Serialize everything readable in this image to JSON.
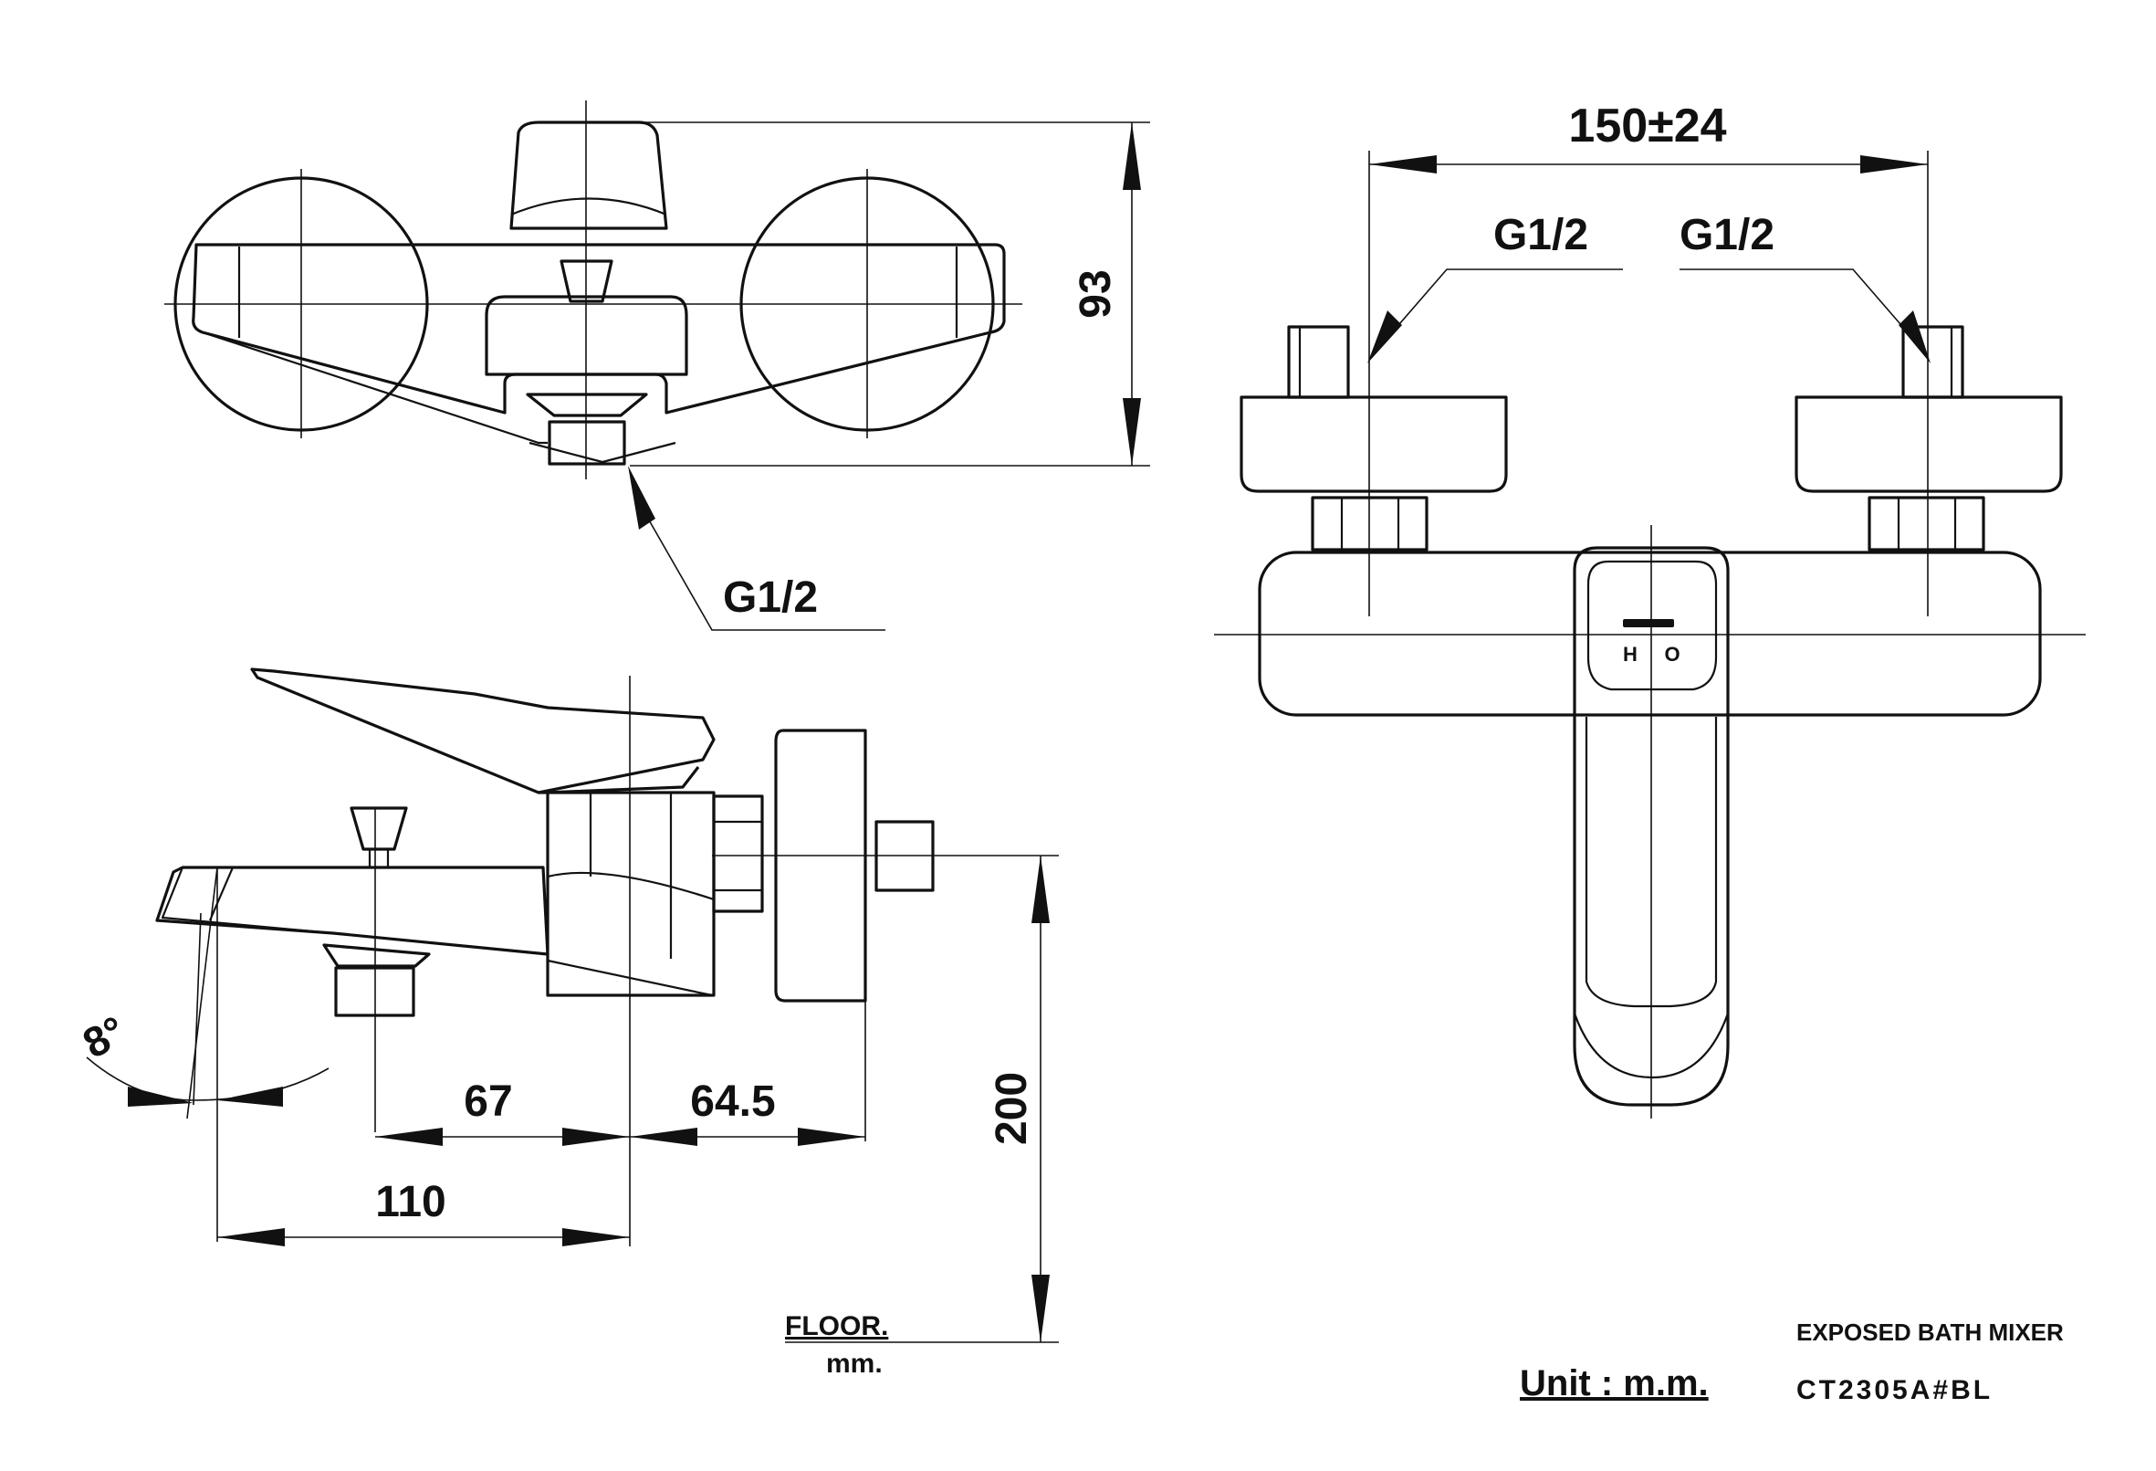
{
  "dimensions": {
    "top_height": "93",
    "connection_spacing": "150±24",
    "outlet_height": "200",
    "spout_reach": "110",
    "spout_to_axis": "67",
    "axis_to_wall": "64.5",
    "spout_angle": "8°"
  },
  "threads": {
    "outlet": "G1/2",
    "inlet_left": "G1/2",
    "inlet_right": "G1/2"
  },
  "handle_marks": {
    "hot": "H",
    "cold": "O"
  },
  "labels": {
    "floor": "FLOOR.",
    "floor_unit": "mm.",
    "unit": "Unit : m.m.",
    "product_name": "EXPOSED  BATH MIXER",
    "model": "CT2305A#BL"
  }
}
